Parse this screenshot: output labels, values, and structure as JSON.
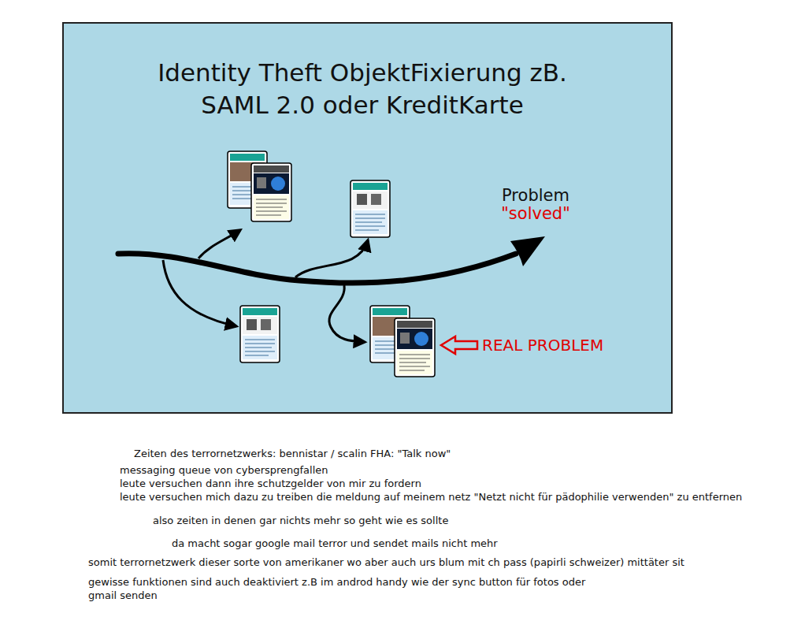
{
  "diagram": {
    "title": "Identity Theft ObjektFixierung zB. SAML 2.0 oder KreditKarte",
    "labels": [
      "Problem",
      "\"solved\"",
      "REAL PROBLEM",
      "Zeiten des terrornetzwerks: bennistar / scalin FHA: \"Talk now\"",
      "messaging queue von cybersprengfallen",
      "leute versuchen dann ihre schutzgelder von mir zu fordern",
      "leute versuchen mich dazu zu treiben die meldung auf meinem netz \"Netzt nicht für pädophilie verwenden\" zu entfernen",
      "also zeiten in denen gar nichts mehr so geht wie es sollte",
      "da macht sogar google mail terror und sendet mails nicht mehr",
      "somit terrornetzwerk dieser sorte von amerikaner wo aber auch urs blum mit ch pass (papirli schweizer) mittäter sit",
      "gewisse funktionen sind auch deaktiviert z.B im androd handy wie der sync button für fotos oder gmail senden"
    ]
  }
}
